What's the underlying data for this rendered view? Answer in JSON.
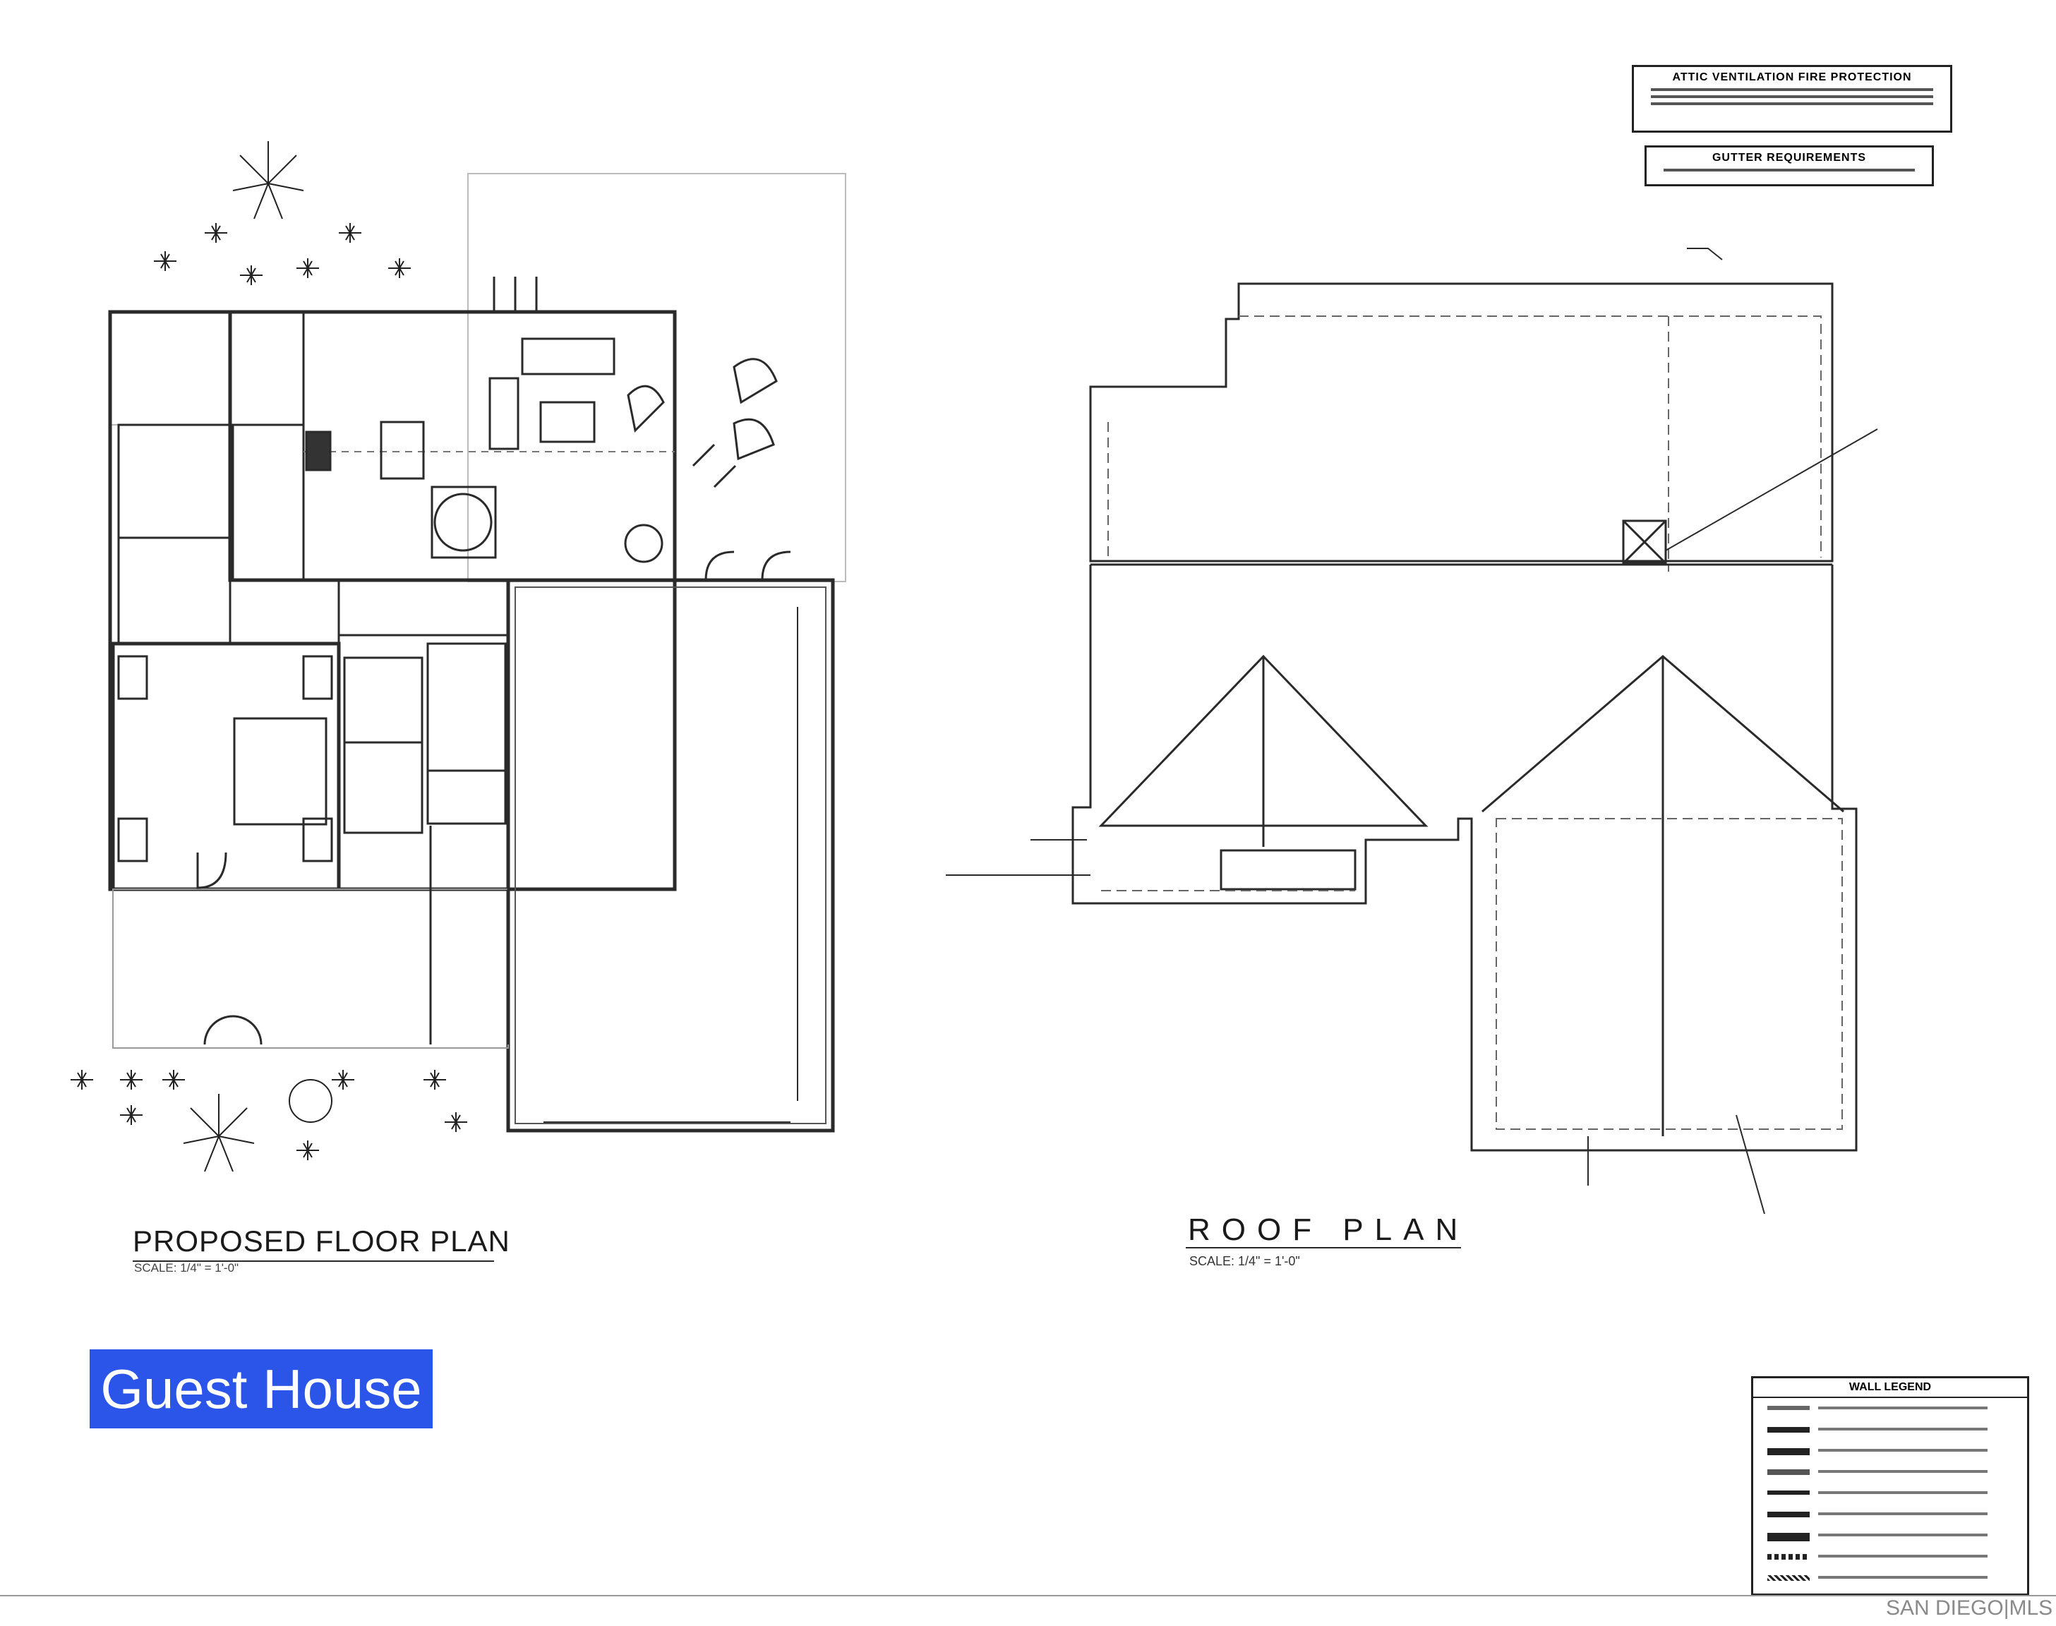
{
  "floor_plan": {
    "title": "PROPOSED FLOOR PLAN",
    "scale": "SCALE: 1/4\" = 1'-0\""
  },
  "roof_plan": {
    "title": "ROOF  PLAN",
    "scale": "SCALE: 1/4\" = 1'-0\""
  },
  "caption": "Guest House",
  "notes": {
    "attic": "ATTIC VENTILATION FIRE PROTECTION",
    "gutter": "GUTTER REQUIREMENTS"
  },
  "legend": {
    "title": "WALL LEGEND"
  },
  "watermark": "SAN DIEGO|MLS",
  "colors": {
    "caption_bg": "#2b55e8",
    "line": "#2a2a2a"
  }
}
